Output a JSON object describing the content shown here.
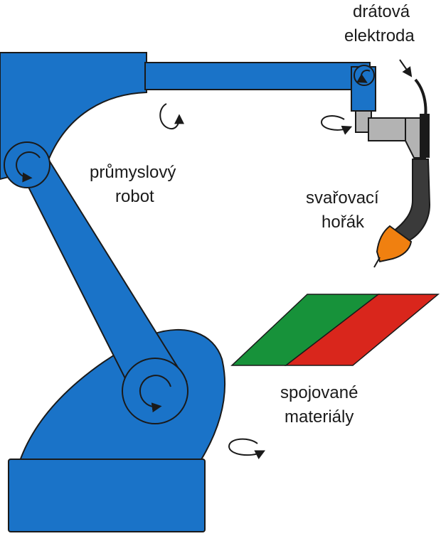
{
  "labels": {
    "robot_line1": "průmyslový",
    "robot_line2": "robot",
    "torch_line1": "svařovací",
    "torch_line2": "hořák",
    "electrode_line1": "drátová",
    "electrode_line2": "elektroda",
    "materials_line1": "spojované",
    "materials_line2": "materiály"
  },
  "colors": {
    "robot_blue": "#1a73c8",
    "outline": "#1a1a1a",
    "torch_gray": "#b3b3b3",
    "hose_dark": "#3a3a3a",
    "nozzle_orange": "#f08010",
    "material_green": "#17923a",
    "material_red": "#d9261c"
  },
  "icons": {
    "rotation_arrow": "rotation-arrow-icon",
    "pointer_arrow": "pointer-arrow-icon"
  }
}
